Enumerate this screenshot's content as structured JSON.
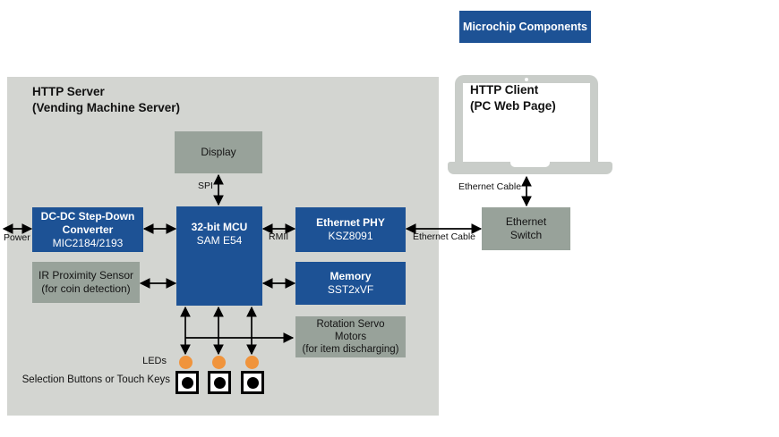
{
  "title_badge": {
    "label": "Microchip Components"
  },
  "server_panel": {
    "title": "HTTP Server",
    "subtitle": "(Vending Machine Server)"
  },
  "client": {
    "title": "HTTP Client",
    "subtitle": "(PC Web Page)"
  },
  "blocks": {
    "display": {
      "label": "Display"
    },
    "dcdc_converter": {
      "title1": "DC-DC Step-Down",
      "title2": "Converter",
      "part": "MIC2184/2193"
    },
    "mcu": {
      "title": "32-bit MCU",
      "part": "SAM E54"
    },
    "ethernet_phy": {
      "title": "Ethernet PHY",
      "part": "KSZ8091"
    },
    "ir_sensor": {
      "line1": "IR Proximity Sensor",
      "line2": "(for coin detection)"
    },
    "memory": {
      "title": "Memory",
      "part": "SST2xVF"
    },
    "servo_motors": {
      "line1": "Rotation Servo",
      "line2": "Motors",
      "line3": "(for item discharging)"
    },
    "ethernet_switch": {
      "line1": "Ethernet",
      "line2": "Switch"
    }
  },
  "connection_labels": {
    "power": "Power",
    "spi": "SPI",
    "rmii": "RMII",
    "ethernet_cable_phy_switch": "Ethernet Cable",
    "ethernet_cable_client_switch": "Ethernet Cable"
  },
  "io_labels": {
    "leds": "LEDs",
    "selection_buttons": "Selection Buttons or Touch Keys"
  },
  "colors": {
    "microchip_blue": "#1d5295",
    "panel_gray": "#d3d5d1",
    "block_gray": "#98a29a",
    "laptop_gray": "#c9cdc9",
    "led_orange": "#f0943c"
  }
}
